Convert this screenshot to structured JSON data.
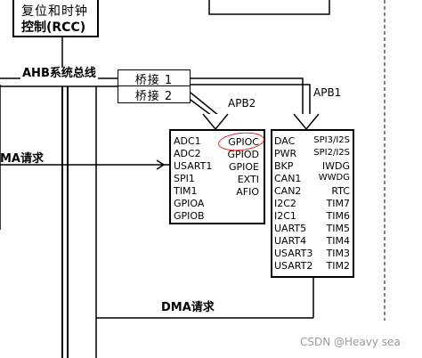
{
  "rcc": {
    "line1": "复位和时钟",
    "line2": "控制(RCC)"
  },
  "bus": {
    "ahb": "AHB系统总线"
  },
  "bridges": {
    "bridge1": "桥接 1",
    "bridge2": "桥接 2"
  },
  "bus_labels": {
    "apb2": "APB2",
    "apb1": "APB1"
  },
  "dma": {
    "left": "MA请求",
    "bottom": "DMA请求"
  },
  "apb2_peripherals": {
    "left": [
      "ADC1",
      "ADC2",
      "USART1",
      "SPI1",
      "TIM1",
      "GPIOA",
      "GPIOB"
    ],
    "right": [
      "GPIOC",
      "GPIOD",
      "GPIOE",
      "EXTI",
      "AFIO"
    ]
  },
  "apb1_peripherals": {
    "left": [
      "DAC",
      "PWR",
      "BKP",
      "CAN1",
      "CAN2",
      "I2C2",
      "I2C1",
      "UART5",
      "UART4",
      "USART3",
      "USART2"
    ],
    "right": [
      "SPI3/I2S",
      "SPI2/I2S",
      "IWDG",
      "WWDG",
      "RTC",
      "TIM7",
      "TIM6",
      "TIM5",
      "TIM4",
      "TIM3",
      "TIM2"
    ]
  },
  "annotation": {
    "highlight_color": "#e02020",
    "highlighted": "GPIOC"
  },
  "watermark": "CSDN @Heavy sea"
}
